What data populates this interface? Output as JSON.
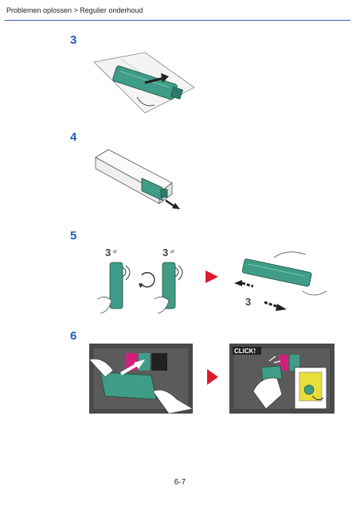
{
  "header": {
    "breadcrumb": "Problemen oplossen > Regulier onderhoud"
  },
  "steps": [
    {
      "number": "3"
    },
    {
      "number": "4"
    },
    {
      "number": "5"
    },
    {
      "number": "6"
    }
  ],
  "step6": {
    "click_label": "CLICK!"
  },
  "footer": {
    "page_number": "6-7"
  },
  "colors": {
    "accent": "#1f5fb4",
    "toner_green": "#3f9c86",
    "arrow_red": "#e0192d",
    "rule": "#3a5fa8"
  }
}
